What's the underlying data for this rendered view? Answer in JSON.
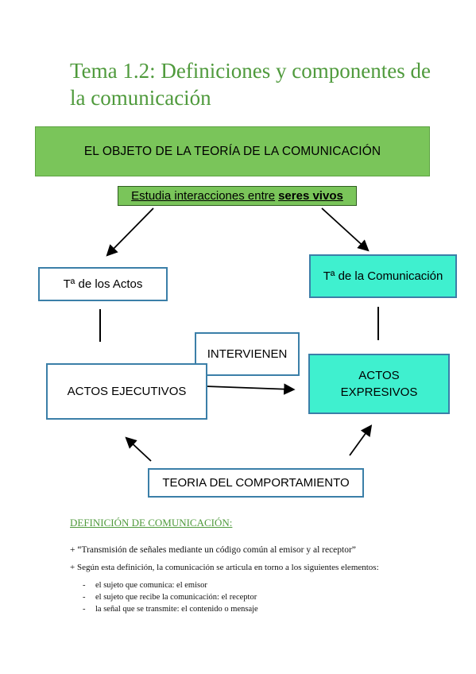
{
  "title": "Tema 1.2: Definiciones y componentes de la comunicación",
  "diagram": {
    "header": "EL OBJETO DE LA TEORÍA DE LA COMUNICACIÓN",
    "studies_prefix": "Estudia interacciones entre",
    "studies_bold": "seres vivos",
    "theory_acts": "Tª de los Actos",
    "theory_comm": "Tª de la Comunicación",
    "intervene": "INTERVIENEN",
    "exec_acts": "ACTOS EJECUTIVOS",
    "expr_acts_line1": "ACTOS",
    "expr_acts_line2": "EXPRESIVOS",
    "behaviour_theory": "TEORIA DEL COMPORTAMIENTO"
  },
  "definition": {
    "heading": "DEFINICIÓN DE COMUNICACIÓN:",
    "quote": "+ “Transmisión de señales mediante un código común al emisor y al receptor”",
    "intro": "+ Según esta definición, la comunicación se articula en torno a los siguientes elementos:",
    "items": [
      "el sujeto que comunica: el emisor",
      "el sujeto que recibe la comunicación: el receptor",
      "la señal que se transmite: el contenido o mensaje"
    ]
  },
  "colors": {
    "title_green": "#4f9a3c",
    "box_green": "#7ac55a",
    "teal": "#3ff0cf",
    "border_blue": "#3b7fa8"
  }
}
